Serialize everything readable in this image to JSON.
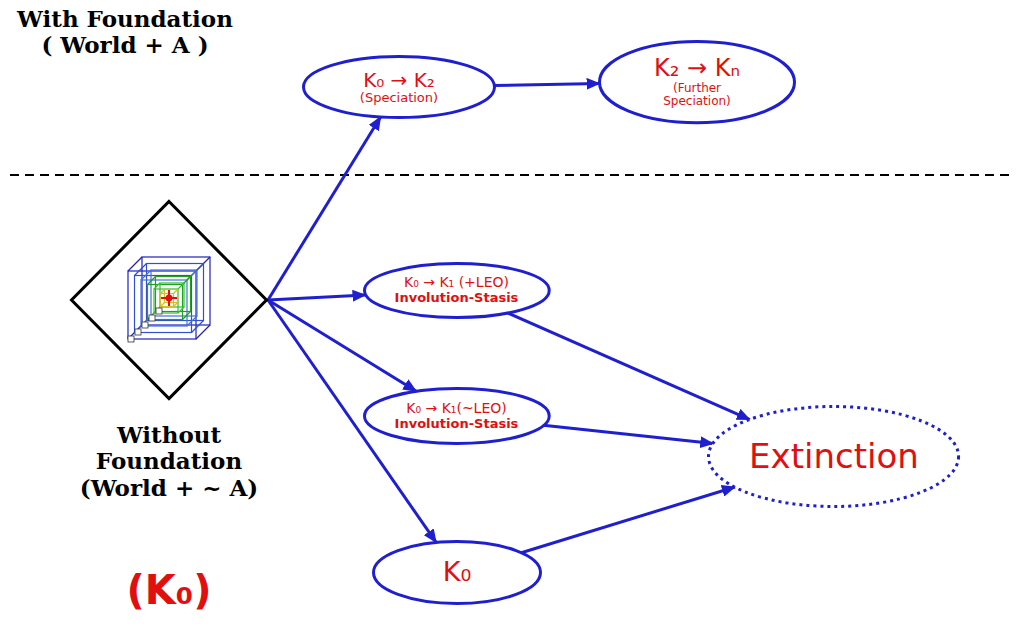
{
  "diagram": {
    "nodes": [
      {
        "text": [
          "Without Foundation (World + ~ A)",
          "(K₀)"
        ]
      },
      {
        "text": [
          "K₀ → K₂",
          "(Speciation)"
        ]
      },
      {
        "text": [
          "K₂ → Kₙ",
          "(Further Speciation)"
        ]
      },
      {
        "text": [
          "K₀ → K₁ (+LEO)",
          "Involution-Stasis"
        ]
      },
      {
        "text": [
          "K₀ → K₁(~LEO)",
          "Involution-Stasis"
        ]
      },
      {
        "text": [
          "K₀"
        ]
      },
      {
        "text": [
          "Extinction"
        ]
      }
    ],
    "edges": [
      {
        "from": 0,
        "to": 1,
        "arrow": "to"
      },
      {
        "from": 1,
        "to": 2,
        "arrow": "to"
      },
      {
        "from": 0,
        "to": 3,
        "arrow": "to"
      },
      {
        "from": 0,
        "to": 4,
        "arrow": "to"
      },
      {
        "from": 0,
        "to": 5,
        "arrow": "to"
      },
      {
        "from": 3,
        "to": 6,
        "arrow": "to"
      },
      {
        "from": 4,
        "to": 6,
        "arrow": "to"
      },
      {
        "from": 5,
        "to": 6,
        "arrow": "to"
      }
    ],
    "labels": [
      "With Foundation ( World + A )"
    ]
  }
}
